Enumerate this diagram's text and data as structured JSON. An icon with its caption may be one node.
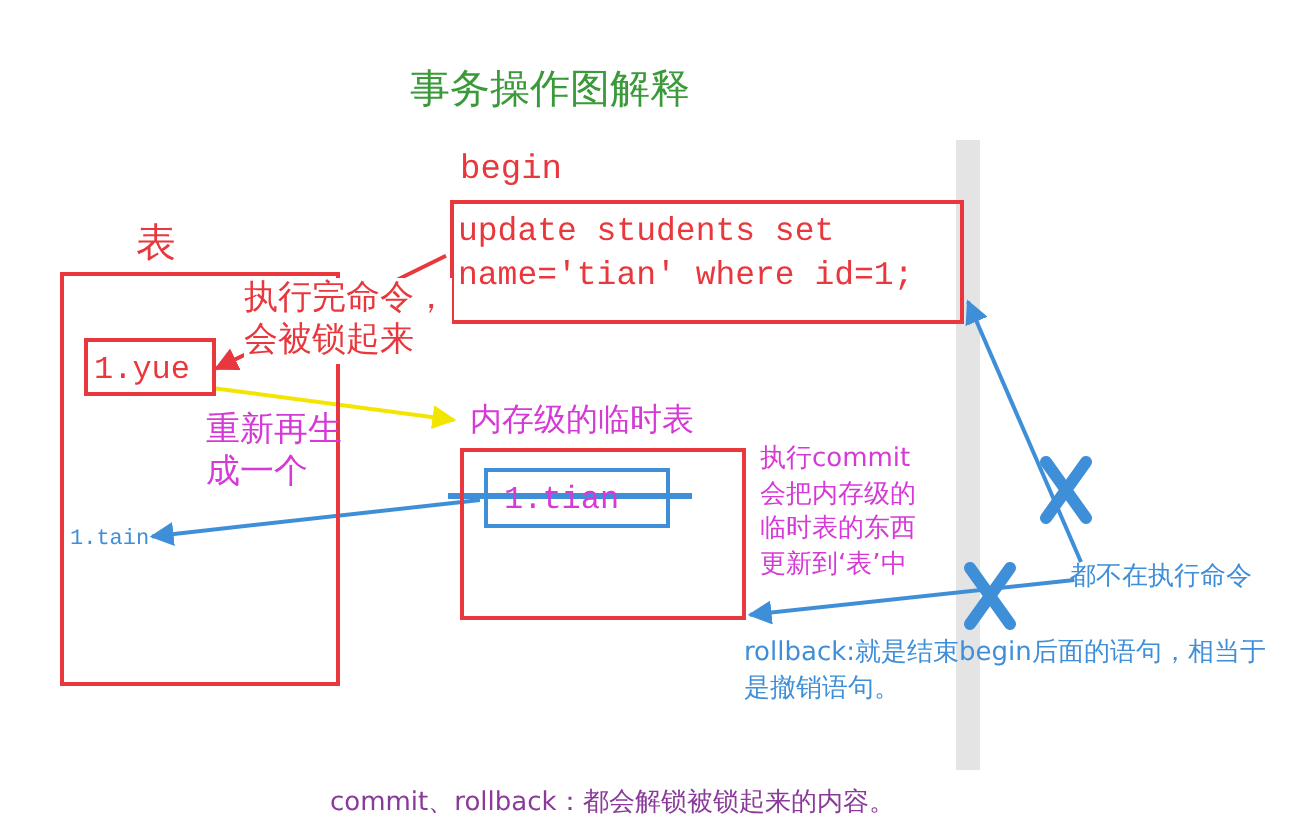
{
  "diagram": {
    "title": "事务操作图解释",
    "nodes": [
      {
        "text": [
          "表"
        ]
      },
      {
        "text": [
          "1.yue"
        ],
        "in": 0
      },
      {
        "text": [
          "1.tain"
        ],
        "in": 0
      },
      {
        "text": [
          "begin",
          "update students set name='tian' where id=1;"
        ]
      },
      {
        "text": [
          "内存级的临时表"
        ]
      },
      {
        "text": [
          "1.tian"
        ],
        "in": 4
      },
      {
        "text": [
          "都不在执行命令"
        ]
      }
    ],
    "edges": [
      {
        "from": 3,
        "to": 1,
        "arrow": "to",
        "label": "执行完命令，会被锁起来",
        "color": "#e8383d"
      },
      {
        "from": 1,
        "to": 4,
        "arrow": "to",
        "label": "重新再生成一个",
        "color": "#f2e600"
      },
      {
        "from": 5,
        "to": 2,
        "arrow": "to"
      },
      {
        "from": 6,
        "to": 3,
        "arrow": "to"
      },
      {
        "from": 6,
        "to": 4,
        "arrow": "to"
      }
    ],
    "labels": [
      "执行commit会把内存级的临时表的东西更新到‘表’中",
      "rollback:就是结束begin后面的语句，相当于是撤销语句。"
    ],
    "caption": "commit、rollback：都会解锁被锁起来的内容。"
  }
}
